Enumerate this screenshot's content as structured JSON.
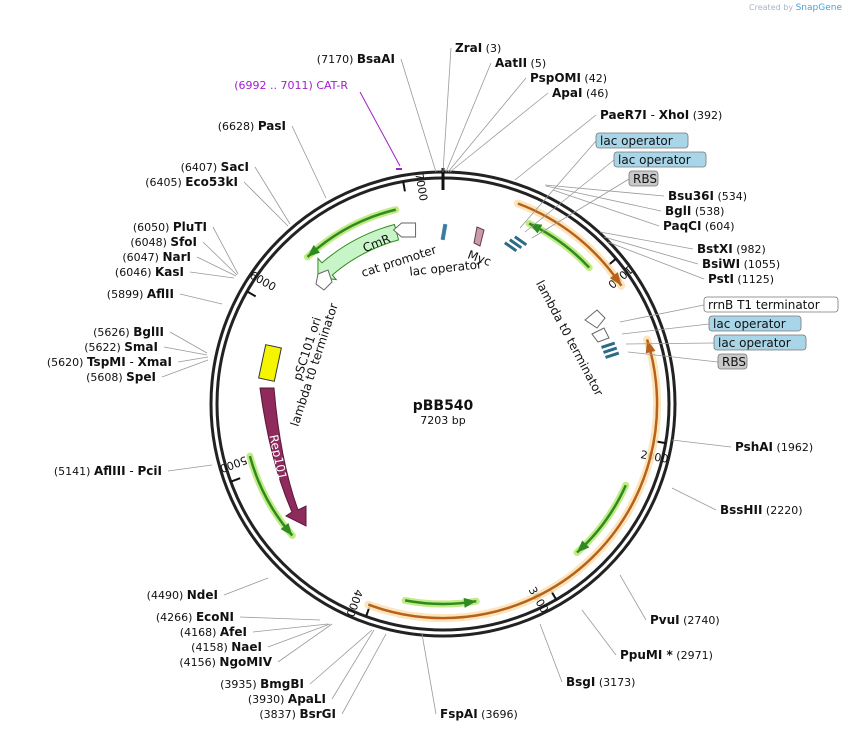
{
  "credit": {
    "prefix": "Created by",
    "brand": "SnapGene"
  },
  "plasmid": {
    "name": "pBB540",
    "length_label": "7203 bp",
    "length": 7203
  },
  "ticks": [
    "1000",
    "2000",
    "3000",
    "4000",
    "5000",
    "6000",
    "7000"
  ],
  "enzymes": [
    {
      "name": "ZraI",
      "pos": "(3)"
    },
    {
      "name": "AatII",
      "pos": "(5)"
    },
    {
      "name": "PspOMI",
      "pos": "(42)"
    },
    {
      "name": "ApaI",
      "pos": "(46)"
    },
    {
      "name": "PaeR7I",
      "name2": "XhoI",
      "pos": "(392)"
    },
    {
      "name": "Bsu36I",
      "pos": "(534)"
    },
    {
      "name": "BglI",
      "pos": "(538)"
    },
    {
      "name": "PaqCI",
      "pos": "(604)"
    },
    {
      "name": "BstXI",
      "pos": "(982)"
    },
    {
      "name": "BsiWI",
      "pos": "(1055)"
    },
    {
      "name": "PstI",
      "pos": "(1125)"
    },
    {
      "name": "PshAI",
      "pos": "(1962)"
    },
    {
      "name": "BssHII",
      "pos": "(2220)"
    },
    {
      "name": "PvuI",
      "pos": "(2740)"
    },
    {
      "name": "PpuMI",
      "star": "*",
      "pos": "(2971)"
    },
    {
      "name": "BsgI",
      "pos": "(3173)"
    },
    {
      "name": "FspAI",
      "pos": "(3696)"
    },
    {
      "name": "BsrGI",
      "pos": "(3837)"
    },
    {
      "name": "ApaLI",
      "pos": "(3930)"
    },
    {
      "name": "BmgBI",
      "pos": "(3935)"
    },
    {
      "name": "NgoMIV",
      "pos": "(4156)"
    },
    {
      "name": "NaeI",
      "pos": "(4158)"
    },
    {
      "name": "AfeI",
      "pos": "(4168)"
    },
    {
      "name": "EcoNI",
      "pos": "(4266)"
    },
    {
      "name": "NdeI",
      "pos": "(4490)"
    },
    {
      "name": "AflIII",
      "name2": "PciI",
      "pos": "(5141)"
    },
    {
      "name": "SpeI",
      "pos": "(5608)"
    },
    {
      "name": "TspMI",
      "name2": "XmaI",
      "pos": "(5620)"
    },
    {
      "name": "SmaI",
      "pos": "(5622)"
    },
    {
      "name": "BglII",
      "pos": "(5626)"
    },
    {
      "name": "AflII",
      "pos": "(5899)"
    },
    {
      "name": "KasI",
      "pos": "(6046)"
    },
    {
      "name": "NarI",
      "pos": "(6047)"
    },
    {
      "name": "SfoI",
      "pos": "(6048)"
    },
    {
      "name": "PluTI",
      "pos": "(6050)"
    },
    {
      "name": "Eco53kI",
      "pos": "(6405)"
    },
    {
      "name": "SacI",
      "pos": "(6407)"
    },
    {
      "name": "PasI",
      "pos": "(6628)"
    },
    {
      "name": "BsaAI",
      "pos": "(7170)"
    }
  ],
  "primer": {
    "range": "(6992 .. 7011)",
    "name": "CAT-R"
  },
  "outer_features": [
    {
      "name": "lac operator",
      "style": "blue"
    },
    {
      "name": "lac operator",
      "style": "blue"
    },
    {
      "name": "RBS",
      "style": "gray"
    },
    {
      "name": "rrnB T1 terminator",
      "style": "white"
    },
    {
      "name": "lac operator",
      "style": "blue"
    },
    {
      "name": "lac operator",
      "style": "blue"
    },
    {
      "name": "RBS",
      "style": "gray"
    }
  ],
  "inner_labels": {
    "cmr": "CmR",
    "cat_promoter": "cat promoter",
    "lac_operator": "lac operator",
    "myc": "Myc",
    "lambda_right": "lambda t0 terminator",
    "psc101": "pSC101 ori",
    "lambda_left": "lambda t0 terminator",
    "rep101": "Rep101"
  },
  "colors": {
    "backbone": "#222222",
    "leader": "#999999",
    "primer": "#a020c8",
    "cmr_fill": "#c8f5c8",
    "green_arrow": "#2e8b1f",
    "green_glow": "#b6e86e",
    "orange": "#f2a14a",
    "rep101": "#8e2a5c",
    "ori": "#f5f500",
    "lac_box": "#a8d6e8",
    "rbs_box": "#c8c8c8"
  }
}
